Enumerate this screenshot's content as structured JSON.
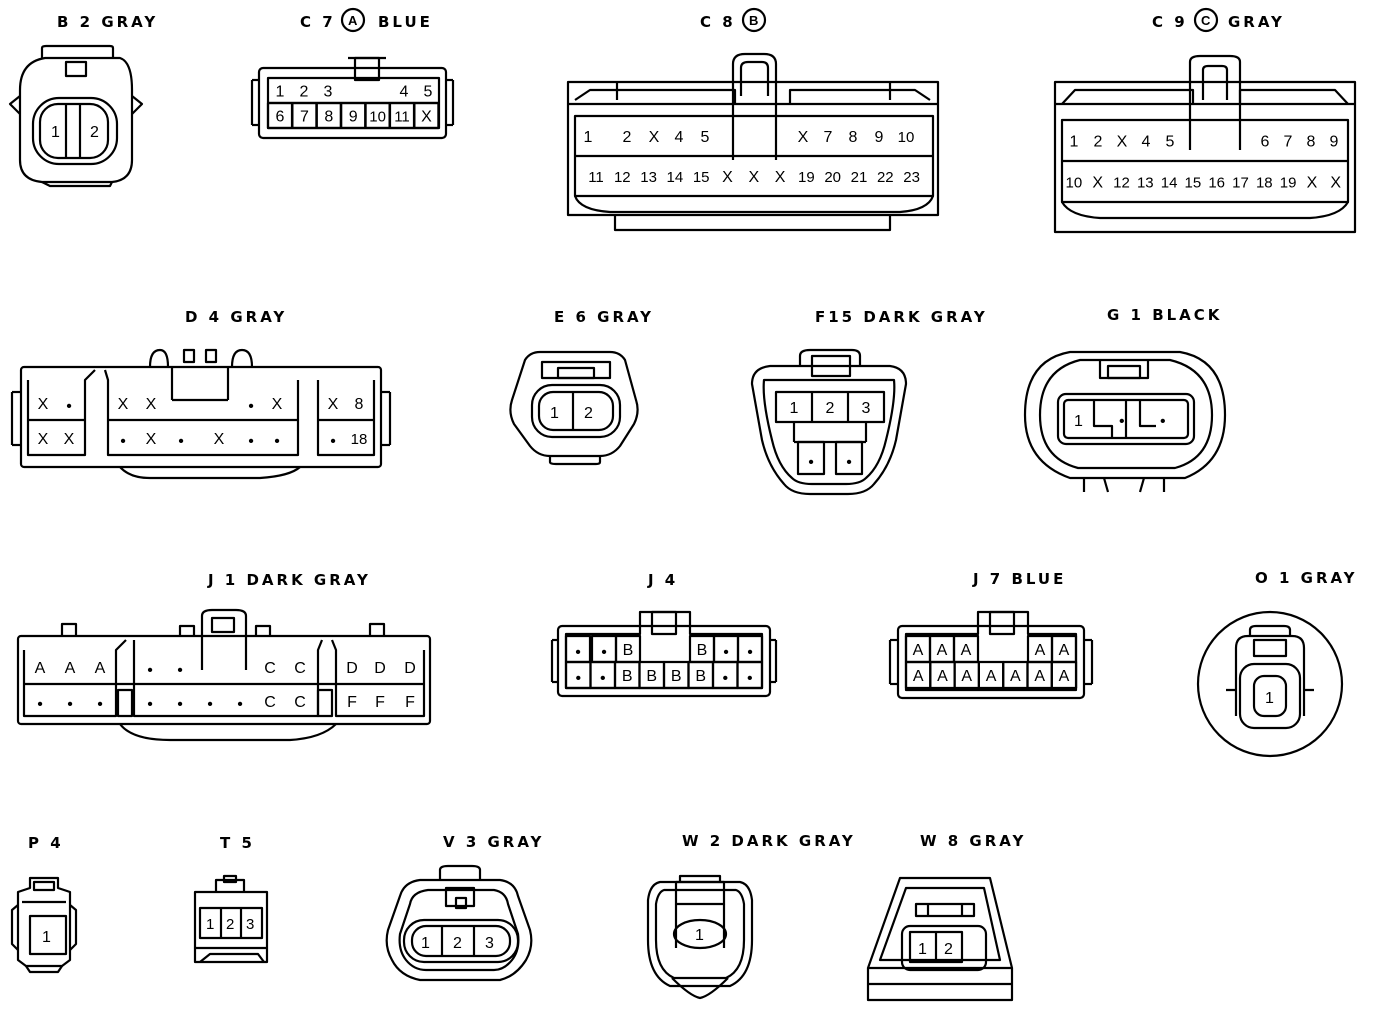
{
  "connectors": {
    "b2": {
      "title": "B 2  GRAY",
      "pins": [
        "1",
        "2"
      ]
    },
    "c7": {
      "title_pre": "C 7",
      "circled": "A",
      "title_post": "BLUE",
      "row1": [
        "1",
        "2",
        "3",
        "4",
        "5"
      ],
      "row2": [
        "6",
        "7",
        "8",
        "9",
        "10",
        "11",
        "X"
      ]
    },
    "c8": {
      "title_pre": "C 8",
      "circled": "B",
      "row1": [
        "1",
        "2",
        "X",
        "4",
        "5",
        "X",
        "7",
        "8",
        "9",
        "10"
      ],
      "row2": [
        "11",
        "12",
        "13",
        "14",
        "15",
        "X",
        "X",
        "X",
        "19",
        "20",
        "21",
        "22",
        "23"
      ]
    },
    "c9": {
      "title_pre": "C 9",
      "circled": "C",
      "title_post": "GRAY",
      "row1": [
        "1",
        "2",
        "X",
        "4",
        "5",
        "6",
        "7",
        "8",
        "9"
      ],
      "row2": [
        "10",
        "X",
        "12",
        "13",
        "14",
        "15",
        "16",
        "17",
        "18",
        "19",
        "X",
        "X"
      ]
    },
    "d4": {
      "title": "D 4  GRAY",
      "row1": [
        "X",
        "•",
        "X",
        "X",
        "•",
        "X",
        "X",
        "8"
      ],
      "row2": [
        "X",
        "X",
        "•",
        "X",
        "•",
        "X",
        "•",
        "•",
        "•",
        "18"
      ]
    },
    "e6": {
      "title": "E 6  GRAY",
      "pins": [
        "1",
        "2"
      ]
    },
    "f15": {
      "title": "F15  DARK GRAY",
      "row1": [
        "1",
        "2",
        "3"
      ],
      "row2": [
        "•",
        "•"
      ]
    },
    "g1": {
      "title": "G 1  BLACK",
      "pins": [
        "1",
        "•",
        "•"
      ]
    },
    "j1": {
      "title": "J 1  DARK GRAY",
      "row1": [
        "A",
        "A",
        "A",
        "•",
        "•",
        "C",
        "C",
        "D",
        "D",
        "D"
      ],
      "row2": [
        "•",
        "•",
        "•",
        "•",
        "•",
        "•",
        "•",
        "C",
        "C",
        "F",
        "F",
        "F"
      ]
    },
    "j4": {
      "title": "J 4",
      "row1": [
        "•",
        "•",
        "B",
        "B",
        "•",
        "•"
      ],
      "row2": [
        "•",
        "•",
        "B",
        "B",
        "B",
        "B",
        "•",
        "•"
      ]
    },
    "j7": {
      "title": "J 7  BLUE",
      "row1": [
        "A",
        "A",
        "A",
        "A",
        "A"
      ],
      "row2": [
        "A",
        "A",
        "A",
        "A",
        "A",
        "A",
        "A"
      ]
    },
    "o1": {
      "title": "O 1  GRAY",
      "pins": [
        "1"
      ]
    },
    "p4": {
      "title": "P 4",
      "pins": [
        "1"
      ]
    },
    "t5": {
      "title": "T 5",
      "pins": [
        "1",
        "2",
        "3"
      ]
    },
    "v3": {
      "title": "V 3  GRAY",
      "pins": [
        "1",
        "2",
        "3"
      ]
    },
    "w2": {
      "title": "W 2  DARK GRAY",
      "pins": [
        "1"
      ]
    },
    "w8": {
      "title": "W 8  GRAY",
      "pins": [
        "1",
        "2"
      ]
    }
  }
}
